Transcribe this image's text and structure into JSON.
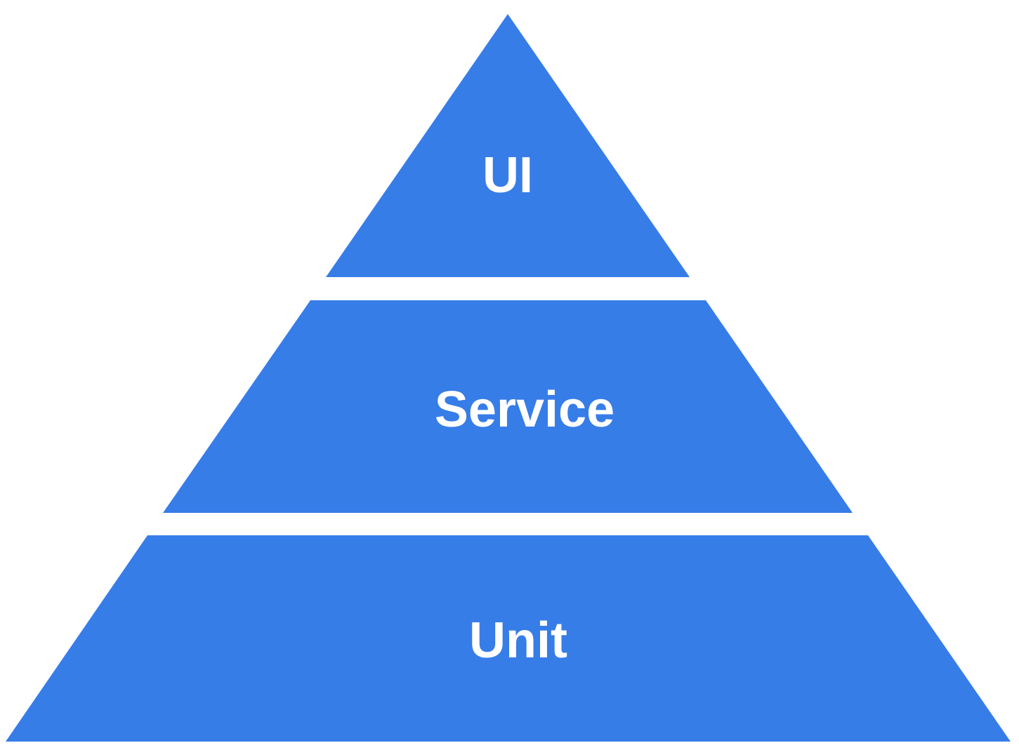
{
  "diagram": {
    "kind": "pyramid",
    "layers": [
      {
        "id": "ui",
        "label": "UI"
      },
      {
        "id": "service",
        "label": "Service"
      },
      {
        "id": "unit",
        "label": "Unit"
      }
    ]
  },
  "colors": {
    "layer_fill": "#377de8",
    "label_text": "#ffffff",
    "background": "#ffffff"
  }
}
